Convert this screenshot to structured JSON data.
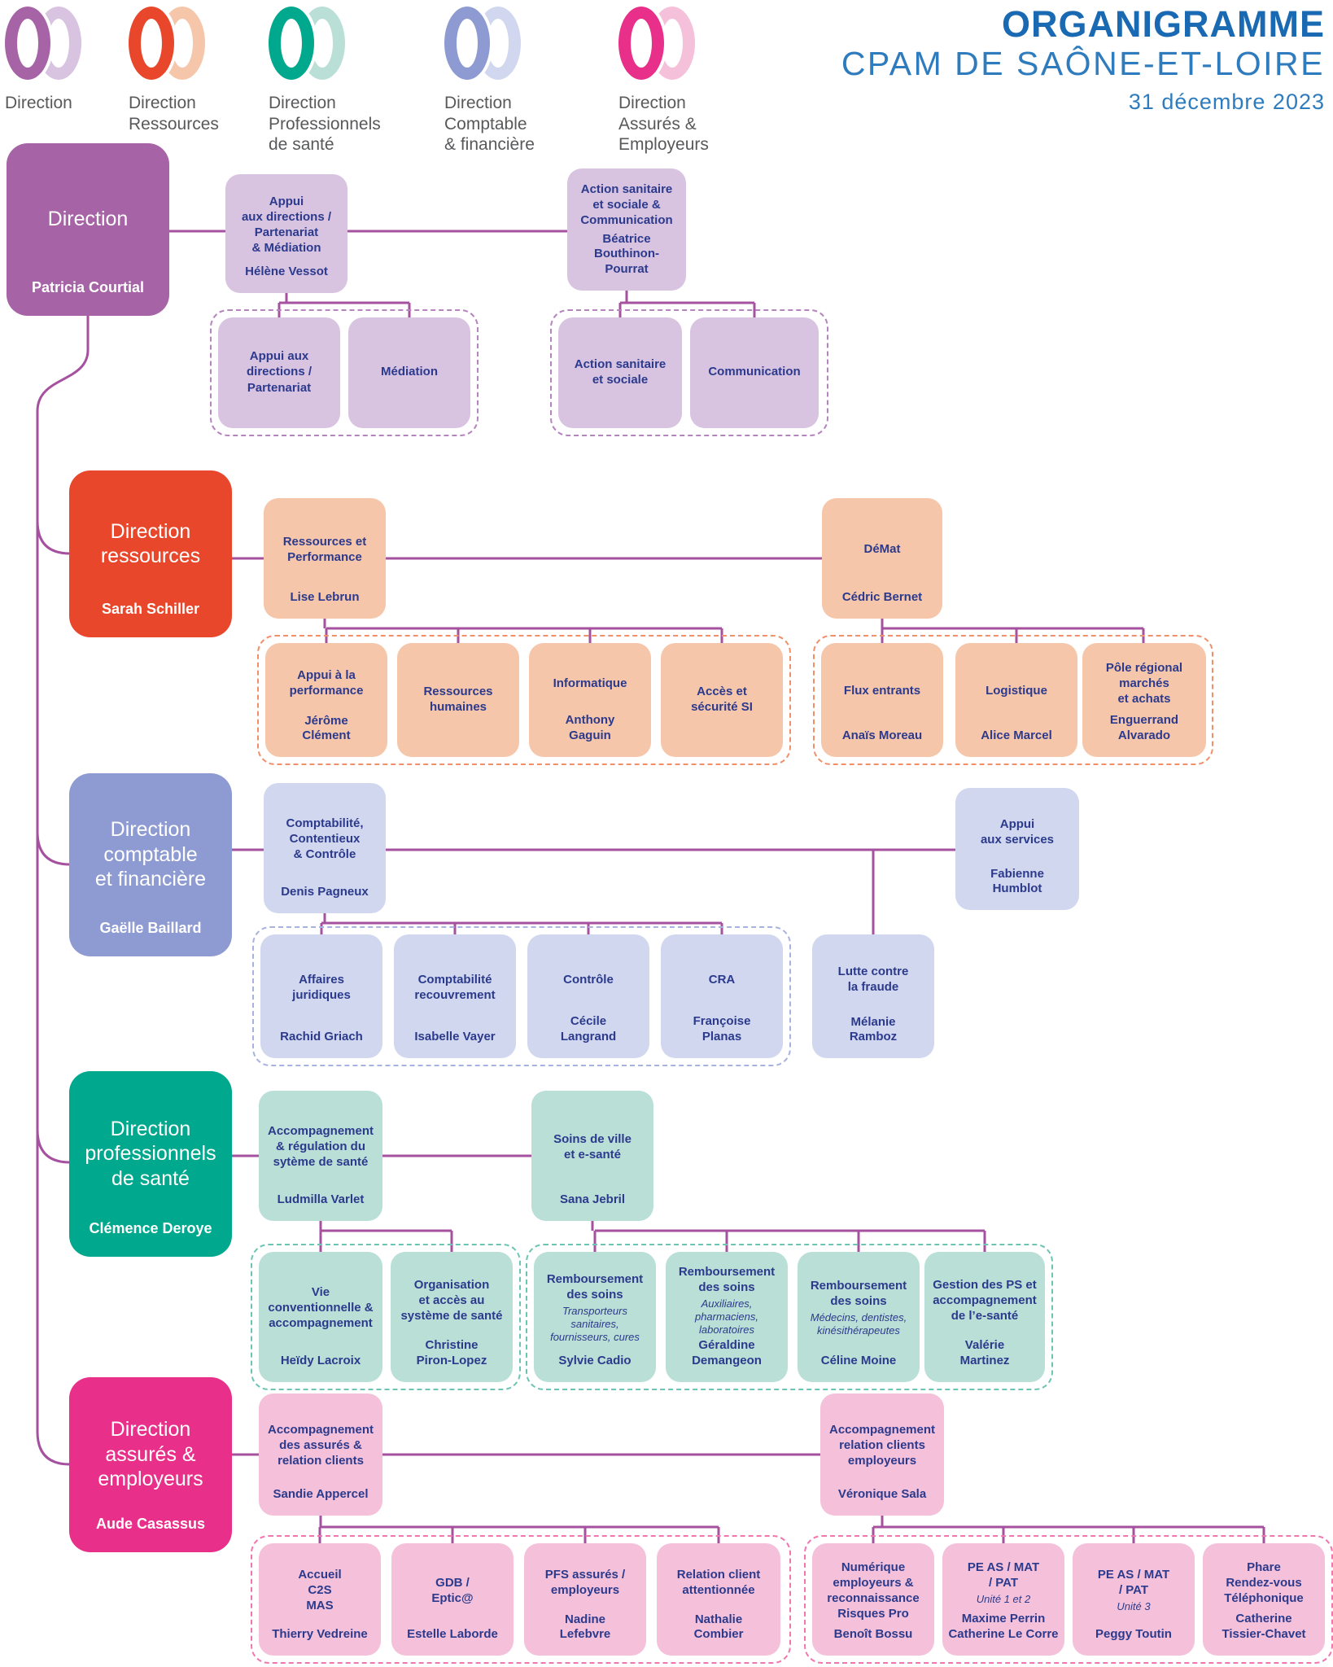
{
  "header": {
    "title": "ORGANIGRAMME",
    "org": "CPAM DE SAÔNE-ET-LOIRE",
    "date": "31 décembre 2023"
  },
  "meta": {
    "connector_color": "#a5519f",
    "text_color": "#2b3a8c",
    "title_color": "#1a6ab3"
  },
  "legend": {
    "items": [
      {
        "label": "Direction",
        "color": "#a663a6",
        "light": "#d8c3e1"
      },
      {
        "label": "Direction\nRessources",
        "color": "#e9472b",
        "light": "#f6c6ab"
      },
      {
        "label": "Direction\nProfessionnels\nde santé",
        "color": "#00a88d",
        "light": "#badfd7"
      },
      {
        "label": "Direction\nComptable\n& financière",
        "color": "#8e9bd2",
        "light": "#d1d7ee"
      },
      {
        "label": "Direction\nAssurés &\nEmployeurs",
        "color": "#e8308a",
        "light": "#f5c1da"
      }
    ]
  },
  "rows": [
    {
      "id": "direction",
      "color": "#a663a6",
      "color_light": "#d8c3e1",
      "main": {
        "label": "Direction",
        "name": "Patricia Courtial"
      },
      "managers": [
        {
          "label": "Appui\naux directions /\nPartenariat\n& Médiation",
          "name": "Hélène Vessot"
        },
        {
          "label": "Action sanitaire\net sociale &\nCommunication",
          "name": "Béatrice\nBouthinon-\nPourrat"
        }
      ],
      "groups": [
        {
          "boxes": [
            {
              "label": "Appui aux\ndirections /\nPartenariat"
            },
            {
              "label": "Médiation"
            }
          ]
        },
        {
          "boxes": [
            {
              "label": "Action sanitaire\net sociale"
            },
            {
              "label": "Communication"
            }
          ]
        }
      ]
    },
    {
      "id": "ressources",
      "color": "#e9472b",
      "color_light": "#f6c6ab",
      "main": {
        "label": "Direction\nressources",
        "name": "Sarah Schiller"
      },
      "managers": [
        {
          "label": "Ressources et\nPerformance",
          "name": "Lise Lebrun"
        },
        {
          "label": "DéMat",
          "name": "Cédric Bernet"
        }
      ],
      "groups": [
        {
          "boxes": [
            {
              "label": "Appui à la\nperformance",
              "name": "Jérôme\nClément"
            },
            {
              "label": "Ressources\nhumaines"
            },
            {
              "label": "Informatique",
              "name": "Anthony\nGaguin"
            },
            {
              "label": "Accès et\nsécurité SI"
            }
          ]
        },
        {
          "boxes": [
            {
              "label": "Flux entrants",
              "name": "Anaïs Moreau"
            },
            {
              "label": "Logistique",
              "name": "Alice Marcel"
            },
            {
              "label": "Pôle régional\nmarchés\net achats",
              "name": "Enguerrand\nAlvarado"
            }
          ]
        }
      ]
    },
    {
      "id": "comptable",
      "color": "#8e9bd2",
      "color_light": "#d1d7ee",
      "main": {
        "label": "Direction\ncomptable\net financière",
        "name": "Gaëlle Baillard"
      },
      "managers": [
        {
          "label": "Comptabilité,\nContentieux\n& Contrôle",
          "name": "Denis Pagneux"
        },
        {
          "label": "Appui\naux services",
          "name": "Fabienne\nHumblot"
        }
      ],
      "groups": [
        {
          "boxes": [
            {
              "label": "Affaires\njuridiques",
              "name": "Rachid Griach"
            },
            {
              "label": "Comptabilité\nrecouvrement",
              "name": "Isabelle Vayer"
            },
            {
              "label": "Contrôle",
              "name": "Cécile\nLangrand"
            },
            {
              "label": "CRA",
              "name": "Françoise\nPlanas"
            }
          ]
        },
        {
          "boxes": [
            {
              "label": "Lutte contre\nla fraude",
              "name": "Mélanie\nRamboz"
            }
          ]
        }
      ]
    },
    {
      "id": "professionnels-sante",
      "color": "#00a88d",
      "color_light": "#badfd7",
      "main": {
        "label": "Direction\nprofessionnels\nde santé",
        "name": "Clémence Deroye"
      },
      "managers": [
        {
          "label": "Accompagnement\n& régulation du\nsytème de santé",
          "name": "Ludmilla Varlet"
        },
        {
          "label": "Soins de ville\net e-santé",
          "name": "Sana Jebril"
        }
      ],
      "groups": [
        {
          "boxes": [
            {
              "label": "Vie\nconventionnelle &\naccompagnement",
              "name": "Heïdy Lacroix"
            },
            {
              "label": "Organisation\net accès au\nsystème de santé",
              "name": "Christine\nPiron-Lopez"
            }
          ]
        },
        {
          "boxes": [
            {
              "label": "Remboursement\ndes soins",
              "sub": "Transporteurs\nsanitaires,\nfournisseurs, cures",
              "name": "Sylvie Cadio"
            },
            {
              "label": "Remboursement\ndes soins",
              "sub": "Auxiliaires,\npharmaciens,\nlaboratoires",
              "name": "Géraldine\nDemangeon"
            },
            {
              "label": "Remboursement\ndes soins",
              "sub": "Médecins, dentistes,\nkinésithérapeutes",
              "name": "Céline Moine"
            },
            {
              "label": "Gestion des PS et\naccompagnement\nde l’e-santé",
              "name": "Valérie\nMartinez"
            }
          ]
        }
      ]
    },
    {
      "id": "assures-employeurs",
      "color": "#e8308a",
      "color_light": "#f5c1da",
      "main": {
        "label": "Direction\nassurés &\nemployeurs",
        "name": "Aude Casassus"
      },
      "managers": [
        {
          "label": "Accompagnement\ndes assurés &\nrelation clients",
          "name": "Sandie Appercel"
        },
        {
          "label": "Accompagnement\nrelation clients\nemployeurs",
          "name": "Véronique Sala"
        }
      ],
      "groups": [
        {
          "boxes": [
            {
              "label": "Accueil\nC2S\nMAS",
              "name": "Thierry Vedreine"
            },
            {
              "label": "GDB /\nEptic@",
              "name": "Estelle Laborde"
            },
            {
              "label": "PFS assurés /\nemployeurs",
              "name": "Nadine\nLefebvre"
            },
            {
              "label": "Relation client\nattentionnée",
              "name": "Nathalie\nCombier"
            }
          ]
        },
        {
          "boxes": [
            {
              "label": "Numérique\nemployeurs &\nreconnaissance\nRisques Pro",
              "name": "Benoît Bossu"
            },
            {
              "label": "PE AS / MAT\n/ PAT",
              "sub": "Unité 1 et 2",
              "name": "Maxime Perrin\nCatherine Le Corre"
            },
            {
              "label": "PE AS / MAT\n/ PAT",
              "sub": "Unité 3",
              "name": "Peggy Toutin"
            },
            {
              "label": "Phare\nRendez-vous\nTéléphonique",
              "name": "Catherine\nTissier-Chavet"
            }
          ]
        }
      ]
    }
  ]
}
